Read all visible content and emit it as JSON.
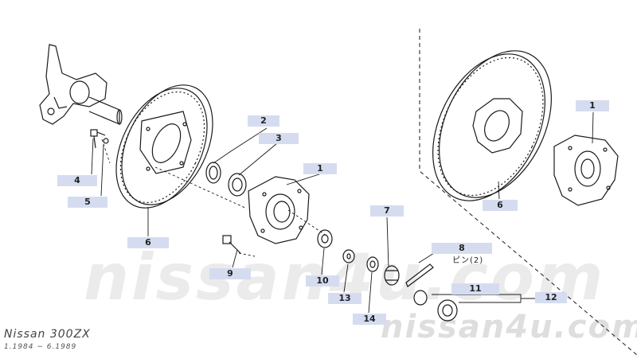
{
  "watermark": {
    "main": "nissan4u.com",
    "corner": "nissan4u.com"
  },
  "model": {
    "name": "Nissan 300ZX",
    "dates": "1.1984 − 6.1989"
  },
  "callouts": {
    "c1": "1",
    "c1b": "1",
    "c2": "2",
    "c3": "3",
    "c4": "4",
    "c5": "5",
    "c6": "6",
    "c6b": "6",
    "c7": "7",
    "c8": "8",
    "c8_sub": "ピン(2)",
    "c9": "9",
    "c10": "10",
    "c11": "11",
    "c12": "12",
    "c13": "13",
    "c14": "14"
  },
  "colors": {
    "line": "#1a1a1a",
    "callout_bg": "#d6dcf0",
    "watermark": "#ebebeb"
  }
}
